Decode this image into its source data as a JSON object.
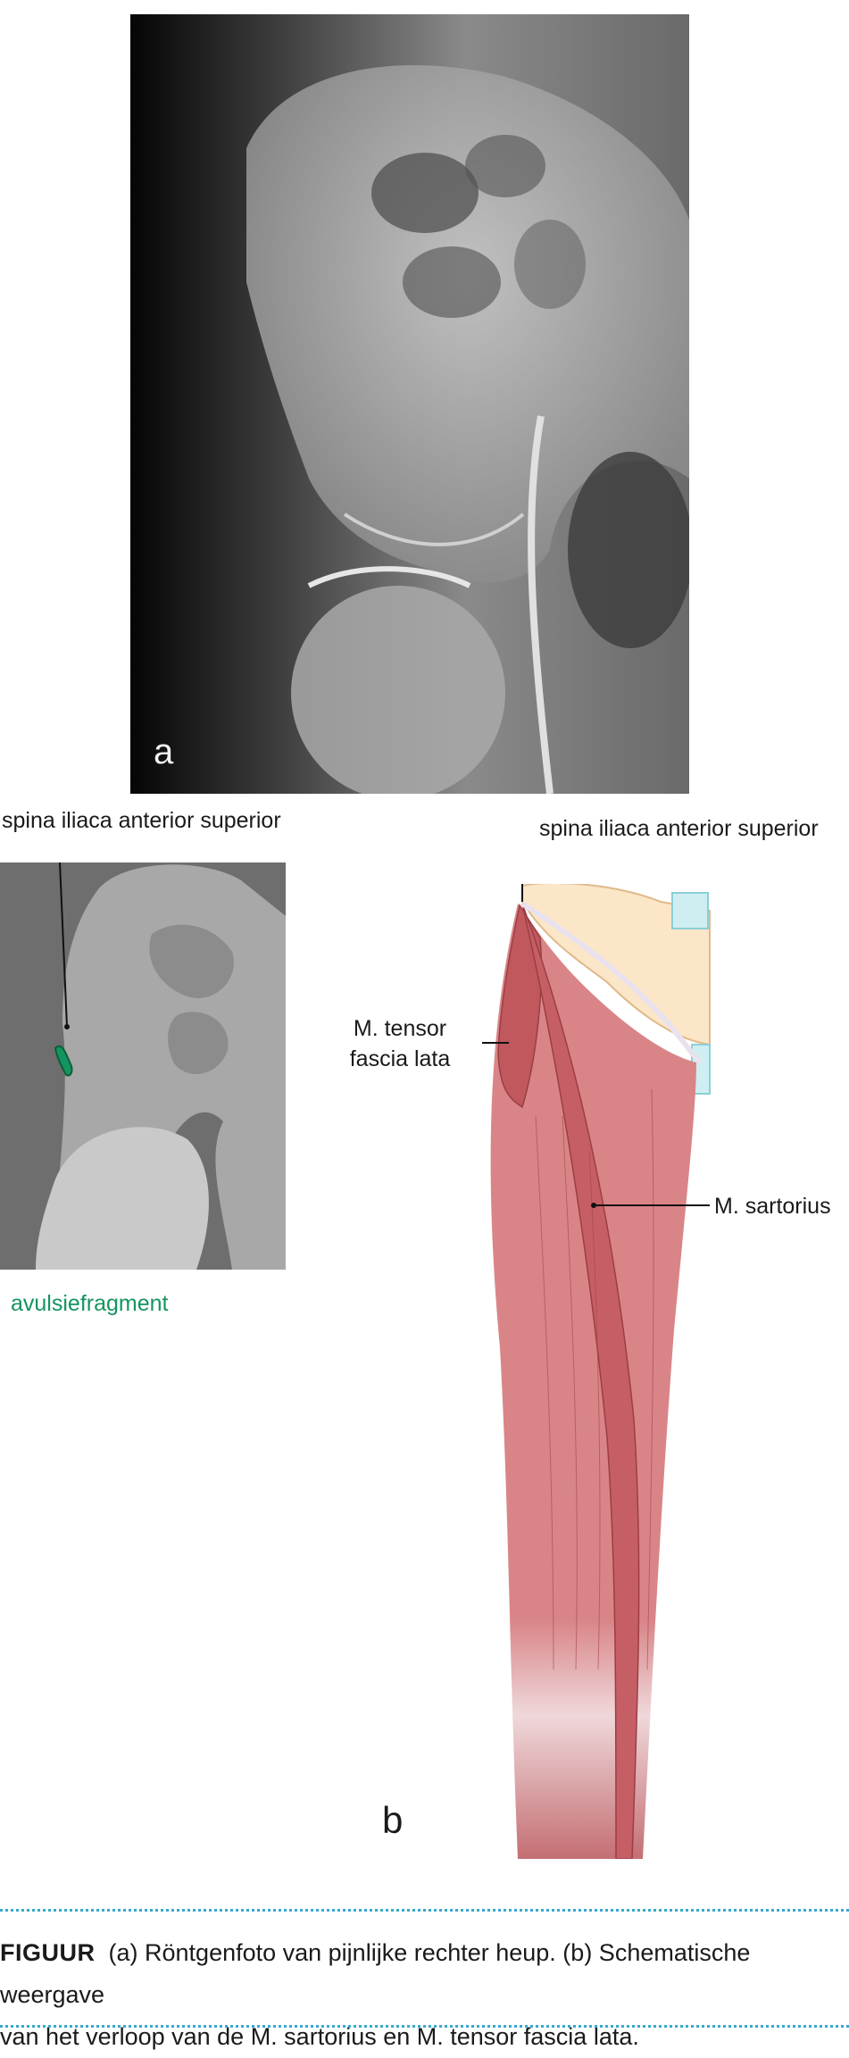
{
  "panels": {
    "a": {
      "letter": "a"
    },
    "b": {
      "letter": "b"
    }
  },
  "schematic": {
    "label_asis": "spina iliaca anterior superior",
    "label_fragment": "avulsiefragment"
  },
  "anatomy": {
    "label_asis": "spina iliaca anterior superior",
    "label_tensor_line1": "M. tensor",
    "label_tensor_line2": "fascia lata",
    "label_sartorius": "M. sartorius"
  },
  "caption": {
    "heading": "FIGUUR",
    "text_line1": "(a) Röntgenfoto van pijnlijke rechter heup. (b) Schematische weergave",
    "text_line2": "van het verloop van de M. sartorius en M. tensor fascia lata."
  },
  "colors": {
    "accent_rule": "#38a9cf",
    "fragment_green": "#14955f",
    "muscle_red": "#c9676d",
    "bone_beige": "#fbe6c8"
  }
}
